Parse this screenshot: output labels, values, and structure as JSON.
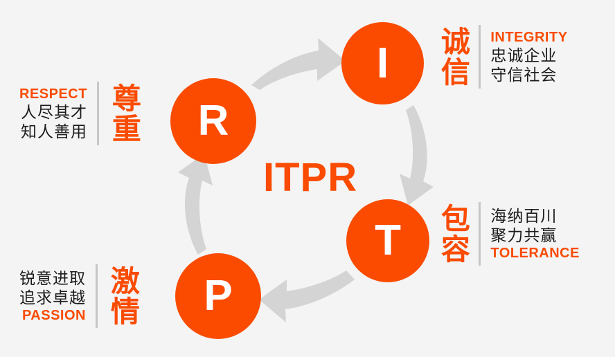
{
  "canvas": {
    "background_color": "#f4f4f4",
    "accent_color": "#fa4b00",
    "text_color": "#1c1c1c",
    "divider_color": "#c6c6c6",
    "arrow_color": "#d4d4d4"
  },
  "center": {
    "wordmark": "ITPR"
  },
  "nodes": [
    {
      "key": "respect",
      "letter": "R",
      "label_cn": "尊重"
    },
    {
      "key": "integrity",
      "letter": "I",
      "label_cn": "诚信"
    },
    {
      "key": "tolerance",
      "letter": "T",
      "label_cn": "包容"
    },
    {
      "key": "passion",
      "letter": "P",
      "label_cn": "激情"
    }
  ],
  "values": {
    "respect": {
      "en": "RESPECT",
      "cn_big": "尊重",
      "cn_line1": "人尽其才",
      "cn_line2": "知人善用",
      "en_position": "top"
    },
    "integrity": {
      "en": "INTEGRITY",
      "cn_big": "诚信",
      "cn_line1": "忠诚企业",
      "cn_line2": "守信社会",
      "en_position": "top"
    },
    "tolerance": {
      "en": "TOLERANCE",
      "cn_big": "包容",
      "cn_line1": "海纳百川",
      "cn_line2": "聚力共赢",
      "en_position": "bottom"
    },
    "passion": {
      "en": "PASSION",
      "cn_big": "激情",
      "cn_line1": "锐意进取",
      "cn_line2": "追求卓越",
      "en_position": "bottom"
    }
  },
  "arrows": [
    {
      "name": "arrow-respect-to-integrity",
      "direction": "right"
    },
    {
      "name": "arrow-integrity-to-tolerance",
      "direction": "down"
    },
    {
      "name": "arrow-tolerance-to-passion",
      "direction": "left"
    },
    {
      "name": "arrow-passion-to-respect",
      "direction": "up"
    }
  ]
}
